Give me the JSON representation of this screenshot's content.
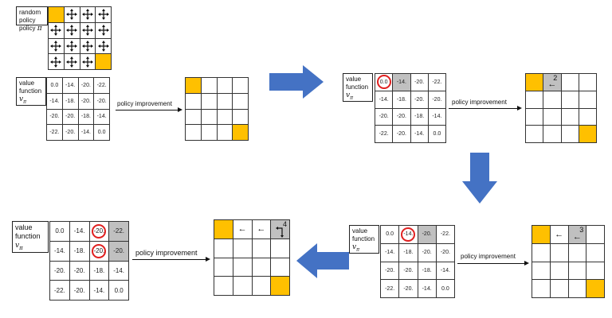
{
  "labels": {
    "random_policy": "random policy",
    "pi_symbol": "π",
    "value_function": [
      "value",
      "function"
    ],
    "v_symbol": "v",
    "v_sub": "π",
    "policy_improvement": "policy improvement"
  },
  "value_function_values": [
    [
      "0.0",
      "-14.",
      "-20.",
      "-22."
    ],
    [
      "-14.",
      "-18.",
      "-20.",
      "-20."
    ],
    [
      "-20.",
      "-20.",
      "-18.",
      "-14."
    ],
    [
      "-22.",
      "-20.",
      "-14.",
      "0.0"
    ]
  ],
  "step_numbers": [
    "2",
    "3",
    "4"
  ],
  "colors": {
    "terminal": "#ffc000",
    "highlight": "#c0c0c0",
    "big_arrow": "#4472c4",
    "circle": "#e02020"
  }
}
